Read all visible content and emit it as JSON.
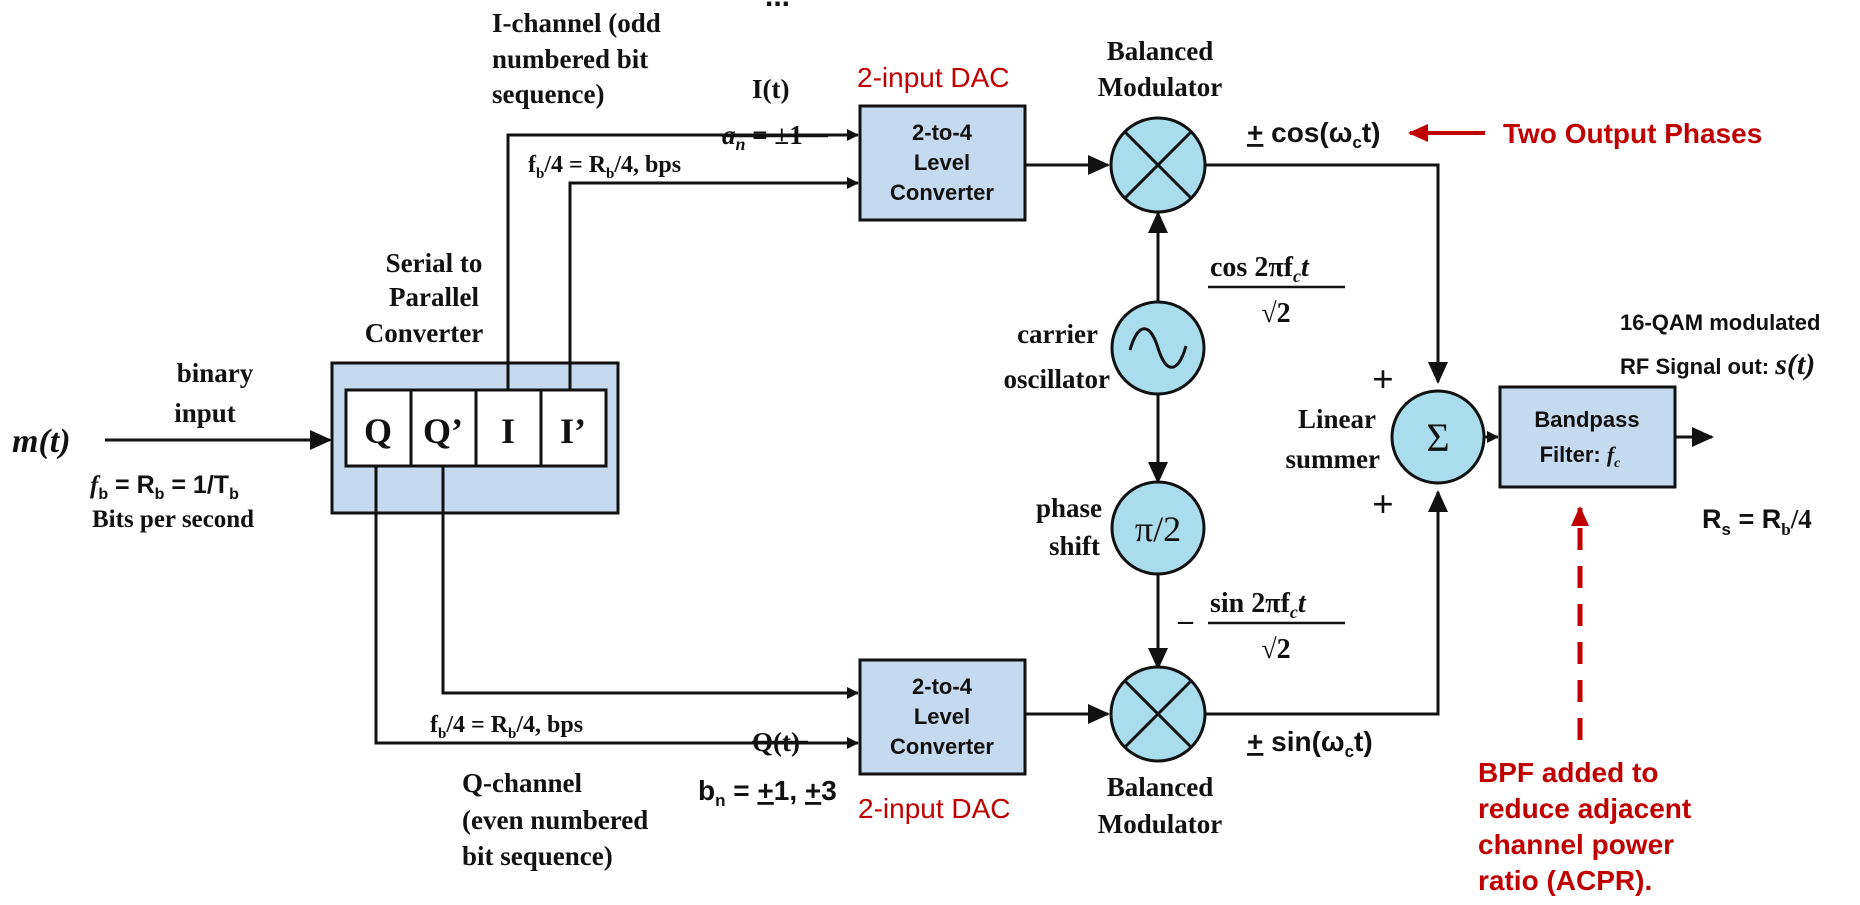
{
  "title_partial": "...",
  "input": {
    "signal": "m(t)",
    "label_line1": "binary",
    "label_line2": "input",
    "rate_fb": "f",
    "rate_fb_sub": "b",
    "rate_eq": " = R",
    "rate_rb_sub": "b",
    "rate_rest": " = 1/T",
    "rate_tb_sub": "b",
    "bits_per_second": "Bits per second"
  },
  "serial_to_parallel": {
    "line1": "Serial to",
    "line2": "Parallel",
    "line3": "Converter",
    "cells": [
      "Q",
      "Q’",
      "I",
      "I’"
    ]
  },
  "i_channel": {
    "line1": "I-channel (odd",
    "line2": "numbered bit",
    "line3": "sequence)",
    "signal": "I(t)",
    "symbol": "a",
    "symbol_sub": "n",
    "symbol_val": " = ±1",
    "rate_f": "f",
    "rate_sub": "b",
    "rate_rest": "/4 = R",
    "rate_sub2": "b",
    "rate_tail": "/4, bps"
  },
  "q_channel": {
    "line1": "Q-channel",
    "line2": "(even numbered",
    "line3": "bit sequence)",
    "signal": "Q(t)",
    "symbol": "b",
    "symbol_sub": "n",
    "symbol_val_a": " = ",
    "symbol_pm1": "+",
    "symbol_one": "1, ",
    "symbol_pm2": "+",
    "symbol_three": "3",
    "rate_f": "f",
    "rate_sub": "b",
    "rate_rest": "/4 = R",
    "rate_sub2": "b",
    "rate_tail": "/4, bps"
  },
  "dac": {
    "label": "2-input DAC",
    "line1": "2-to-4",
    "line2": "Level",
    "line3": "Converter"
  },
  "modulator": {
    "line1": "Balanced",
    "line2": "Modulator"
  },
  "oscillator": {
    "line1": "carrier",
    "line2": "oscillator",
    "glyph": "~"
  },
  "phase_shift": {
    "line1": "phase",
    "line2": "shift",
    "glyph": "π/2"
  },
  "carrier_cos": {
    "num": "cos 2πf",
    "num_sub": "c",
    "num_t": "t",
    "den": "√2"
  },
  "carrier_sin": {
    "sign": "–",
    "num": "sin 2πf",
    "num_sub": "c",
    "num_t": "t",
    "den": "√2"
  },
  "outputs": {
    "cos_pm": "+",
    "cos_text": " cos(ω",
    "cos_sub": "c",
    "cos_tail": "t)",
    "sin_pm": "+",
    "sin_text": " sin(ω",
    "sin_sub": "c",
    "sin_tail": "t)",
    "phases_note": "Two Output Phases"
  },
  "summer": {
    "line1": "Linear",
    "line2": "summer",
    "glyph": "Σ",
    "plus": "+"
  },
  "bandpass": {
    "line1": "Bandpass",
    "line2": "Filter: ",
    "fc": "f",
    "fc_sub": "c"
  },
  "rf_out": {
    "line1": "16-QAM modulated",
    "line2": "RF Signal out: ",
    "sig": "s(t)"
  },
  "symbol_rate": {
    "r": "R",
    "r_sub": "s",
    "eq": " = R",
    "b_sub": "b",
    "tail": "/4"
  },
  "bpf_note": {
    "line1": "BPF added to",
    "line2": "reduce adjacent",
    "line3": "channel power",
    "line4": "ratio (ACPR)."
  },
  "colors": {
    "box_fill": "#c5d9ef",
    "circle_fill": "#a9dcec",
    "accent_red": "#c00000"
  }
}
